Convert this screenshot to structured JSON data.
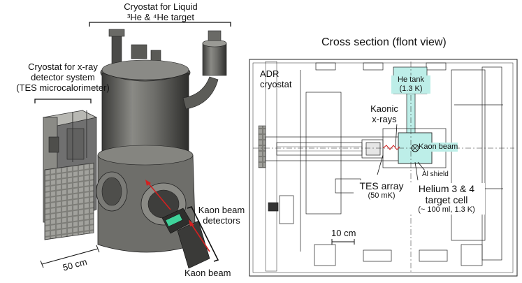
{
  "left_labels": {
    "liquid_cryostat": "Cryostat for Liquid",
    "liquid_cryostat_line2": "³He & ⁴He target",
    "xray_cryostat": "Cryostat for x-ray",
    "xray_cryostat_line2": "detector system",
    "xray_cryostat_line3": "(TES microcalorimeter)",
    "kaon_detectors": "Kaon beam",
    "kaon_detectors_line2": "detectors",
    "kaon_beam": "Kaon beam",
    "scale_50cm": "50 cm"
  },
  "right_labels": {
    "title": "Cross section (flont view)",
    "adr": "ADR",
    "adr_line2": "cryostat",
    "he_tank": "He tank",
    "he_tank_temp": "(1.3 K)",
    "kaonic": "Kaonic",
    "kaonic_line2": "x-rays",
    "kaon_beam": "Kaon beam",
    "al_shield": "Al shield",
    "tes_array": "TES array",
    "tes_temp": "(50 mK)",
    "target_cell": "Helium 3 & 4",
    "target_cell_line2": "target cell",
    "target_cell_line3": "(~ 100 ml, 1.3 K)",
    "scale_10cm": "10 cm"
  },
  "colors": {
    "metal_dark": "#4a4a48",
    "metal_mid": "#7a7a76",
    "metal_light": "#a9a9a4",
    "target_cyan": "#bdeee8",
    "beam_red": "#d42020",
    "detector_green": "#3fd29a"
  }
}
